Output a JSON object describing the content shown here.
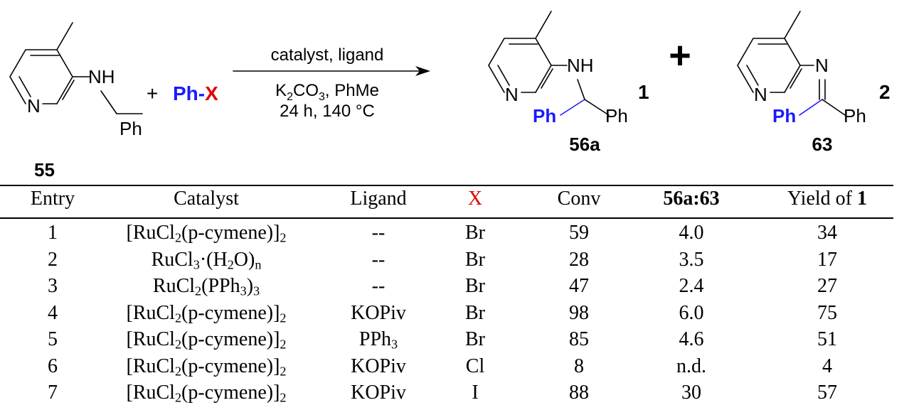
{
  "scheme": {
    "reactant_amine": {
      "N_ring": "N",
      "NH": "NH",
      "Ph": "Ph",
      "label": "55"
    },
    "plus_1": "+",
    "aryl_halide": {
      "Ph": "Ph",
      "dash": "-",
      "X": "X"
    },
    "arrow_above": "catalyst, ligand",
    "arrow_below_1": {
      "K2": "K",
      "sub2": "2",
      "CO": "CO",
      "sub3": "3",
      "rest": ", PhMe"
    },
    "arrow_below_2": "24 h, 140 °C",
    "product_1": {
      "N_ring": "N",
      "NH": "NH",
      "Ph_blue": "Ph",
      "Ph": "Ph",
      "label": "56a",
      "number": "1"
    },
    "plus_2": "+",
    "product_2": {
      "N_ring": "N",
      "N": "N",
      "Ph_blue": "Ph",
      "Ph": "Ph",
      "label": "63",
      "number": "2"
    },
    "colors": {
      "blue": "#1a1aff",
      "red": "#e00000",
      "black": "#000000"
    }
  },
  "table": {
    "headers": {
      "entry": "Entry",
      "catalyst": "Catalyst",
      "ligand": "Ligand",
      "x": "X",
      "conv": "Conv",
      "ratio": "56a:63",
      "yield_text": "Yield of ",
      "yield_bold": "1"
    },
    "rows": [
      {
        "entry": "1",
        "catalyst": [
          [
            "[RuCl",
            ""
          ],
          [
            "2",
            "sub"
          ],
          [
            "(p-cymene)]",
            ""
          ],
          [
            "2",
            "sub"
          ]
        ],
        "ligand": "--",
        "x": "Br",
        "conv": "59",
        "ratio": "4.0",
        "yield": "34"
      },
      {
        "entry": "2",
        "catalyst": [
          [
            "RuCl",
            ""
          ],
          [
            "3",
            "sub"
          ],
          [
            "·(H",
            ""
          ],
          [
            "2",
            "sub"
          ],
          [
            "O)",
            ""
          ],
          [
            "n",
            "sub"
          ]
        ],
        "ligand": "--",
        "x": "Br",
        "conv": "28",
        "ratio": "3.5",
        "yield": "17"
      },
      {
        "entry": "3",
        "catalyst": [
          [
            "RuCl",
            ""
          ],
          [
            "2",
            "sub"
          ],
          [
            "(PPh",
            ""
          ],
          [
            "3",
            "sub"
          ],
          [
            ")",
            ""
          ],
          [
            "3",
            "sub"
          ]
        ],
        "ligand": "--",
        "x": "Br",
        "conv": "47",
        "ratio": "2.4",
        "yield": "27"
      },
      {
        "entry": "4",
        "catalyst": [
          [
            "[RuCl",
            ""
          ],
          [
            "2",
            "sub"
          ],
          [
            "(p-cymene)]",
            ""
          ],
          [
            "2",
            "sub"
          ]
        ],
        "ligand": [
          [
            "KOPiv",
            ""
          ]
        ],
        "x": "Br",
        "conv": "98",
        "ratio": "6.0",
        "yield": "75"
      },
      {
        "entry": "5",
        "catalyst": [
          [
            "[RuCl",
            ""
          ],
          [
            "2",
            "sub"
          ],
          [
            "(p-cymene)]",
            ""
          ],
          [
            "2",
            "sub"
          ]
        ],
        "ligand": [
          [
            "PPh",
            ""
          ],
          [
            "3",
            "sub"
          ]
        ],
        "x": "Br",
        "conv": "85",
        "ratio": "4.6",
        "yield": "51"
      },
      {
        "entry": "6",
        "catalyst": [
          [
            "[RuCl",
            ""
          ],
          [
            "2",
            "sub"
          ],
          [
            "(p-cymene)]",
            ""
          ],
          [
            "2",
            "sub"
          ]
        ],
        "ligand": [
          [
            "KOPiv",
            ""
          ]
        ],
        "x": "Cl",
        "conv": "8",
        "ratio": "n.d.",
        "yield": "4"
      },
      {
        "entry": "7",
        "catalyst": [
          [
            "[RuCl",
            ""
          ],
          [
            "2",
            "sub"
          ],
          [
            "(p-cymene)]",
            ""
          ],
          [
            "2",
            "sub"
          ]
        ],
        "ligand": [
          [
            "KOPiv",
            ""
          ]
        ],
        "x": "I",
        "conv": "88",
        "ratio": "30",
        "yield": "57"
      }
    ]
  }
}
